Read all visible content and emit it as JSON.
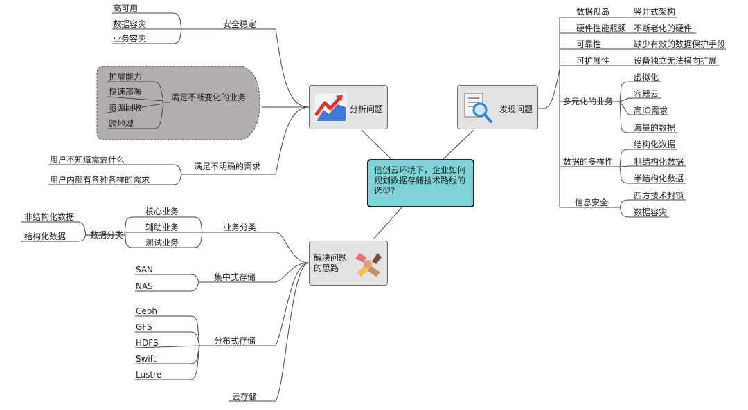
{
  "center": {
    "text": "信创云环境下，企业如何规划数据存储技术路线的选型?"
  },
  "analysis": {
    "title": "分析问题",
    "stability": {
      "label": "安全稳定",
      "items": [
        "高可用",
        "数据容灾",
        "业务容灾"
      ]
    },
    "changing": {
      "label": "满足不断变化的业务",
      "items": [
        "扩展能力",
        "快速部署",
        "资源回收",
        "跨地域"
      ]
    },
    "unclear": {
      "label": "满足不明确的需求",
      "items": [
        "用户不知道需要什么",
        "用户内部有各种各样的需求"
      ]
    }
  },
  "discover": {
    "title": "发现问题",
    "pairs": [
      {
        "label": "数据孤岛",
        "detail": "竖井式架构"
      },
      {
        "label": "硬件性能瓶颈",
        "detail": "不断老化的硬件"
      },
      {
        "label": "可靠性",
        "detail": "缺少有效的数据保护手段"
      },
      {
        "label": "可扩展性",
        "detail": "设备独立无法横向扩展"
      }
    ],
    "diversity": {
      "label": "多元化的业务",
      "items": [
        "虚拟化",
        "容器云",
        "高IO需求",
        "海量的数据"
      ]
    },
    "variety": {
      "label": "数据的多样性",
      "items": [
        "结构化数据",
        "非结构化数据",
        "半结构化数据"
      ]
    },
    "security": {
      "label": "信息安全",
      "items": [
        "西方技术封锁",
        "数据容灾"
      ]
    }
  },
  "solve": {
    "title": "解决问题的思路",
    "business": {
      "label": "业务分类",
      "items": [
        "核心业务",
        "辅助业务",
        "测试业务"
      ]
    },
    "dataclass": {
      "label": "数据分类",
      "items": [
        "非结构化数据",
        "结构化数据"
      ]
    },
    "centralized": {
      "label": "集中式存储",
      "items": [
        "SAN",
        "NAS"
      ]
    },
    "distributed": {
      "label": "分布式存储",
      "items": [
        "Ceph",
        "GFS",
        "HDFS",
        "Swift",
        "Lustre"
      ]
    },
    "cloud": {
      "label": "云存储"
    }
  },
  "colors": {
    "center_fill": "#7dd3d8",
    "topic_fill": "#e3e3e3",
    "highlight_fill": "#b3aeae",
    "line": "#444444"
  }
}
